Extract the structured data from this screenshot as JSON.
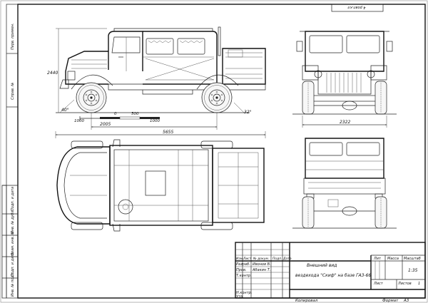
{
  "document": {
    "side_stamps": [
      "Перв. примен.",
      "Справ. №",
      "Подп. и дата",
      "Инв. № дубл.",
      "Взам. инв. №",
      "Подп. и дата",
      "Инв. № подл."
    ],
    "top_stamp": "4 ровп.кл"
  },
  "dimensions": {
    "height": "2440",
    "wheelbase": "2005",
    "length": "5655",
    "width": "2322",
    "approach_angle": "40°",
    "departure_angle": "32°",
    "scale_labels": [
      "1000",
      "0",
      "500",
      "1000"
    ]
  },
  "title_block": {
    "title_line1": "Внешний вид",
    "title_line2": "вездехода \"Скиф\" на базе ГАЗ-66",
    "header_labels": [
      "Изм.",
      "Лист",
      "№ докум.",
      "Подп.",
      "Дата"
    ],
    "roles": [
      "Разраб.",
      "Пров.",
      "Т.контр.",
      "Н.контр.",
      "Утв."
    ],
    "names": [
      "Ивонов В.",
      "Абакин Т."
    ],
    "lit_label": "Лит",
    "mass_label": "Масса",
    "scale_label": "Масштаб",
    "scale_value": "1:35",
    "sheet_label": "Лист",
    "sheets_label": "Листов",
    "sheets_value": "1",
    "copied_label": "Копировал",
    "format_label": "Формат",
    "format_value": "А3"
  }
}
